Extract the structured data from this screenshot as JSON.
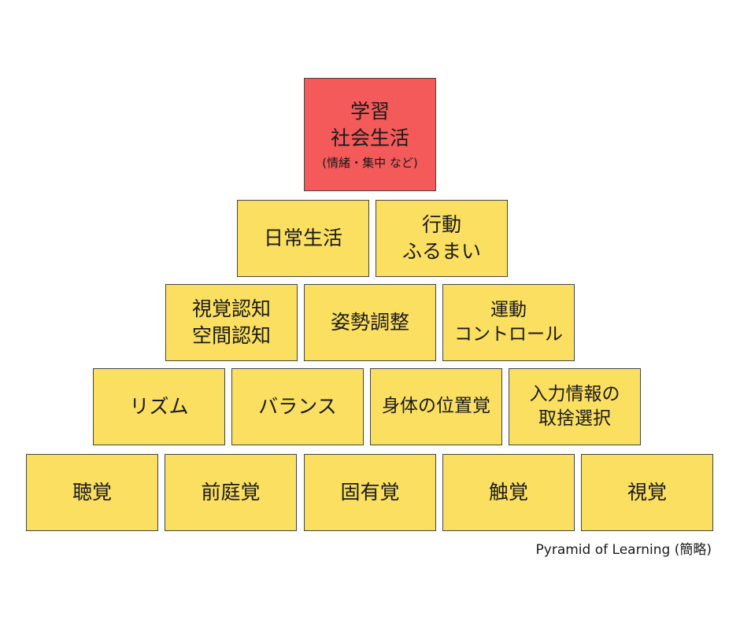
{
  "pyramid": {
    "top": {
      "lines": [
        "学習",
        "社会生活"
      ],
      "note": "(情緒・集中 など)",
      "color": "#f55a5a"
    },
    "row2": [
      {
        "lines": [
          "日常生活"
        ]
      },
      {
        "lines": [
          "行動",
          "ふるまい"
        ]
      }
    ],
    "row3": [
      {
        "lines": [
          "視覚認知",
          "空間認知"
        ]
      },
      {
        "lines": [
          "姿勢調整"
        ]
      },
      {
        "lines": [
          "運動",
          "コントロール"
        ]
      }
    ],
    "row4": [
      {
        "lines": [
          "リズム"
        ]
      },
      {
        "lines": [
          "バランス"
        ]
      },
      {
        "lines": [
          "身体の位置覚"
        ]
      },
      {
        "lines": [
          "入力情報の",
          "取捨選択"
        ]
      }
    ],
    "row5": [
      {
        "lines": [
          "聴覚"
        ]
      },
      {
        "lines": [
          "前庭覚"
        ]
      },
      {
        "lines": [
          "固有覚"
        ]
      },
      {
        "lines": [
          "触覚"
        ]
      },
      {
        "lines": [
          "視覚"
        ]
      }
    ],
    "block_color": "#fbdf60"
  },
  "caption": "Pyramid of Learning (簡略)"
}
